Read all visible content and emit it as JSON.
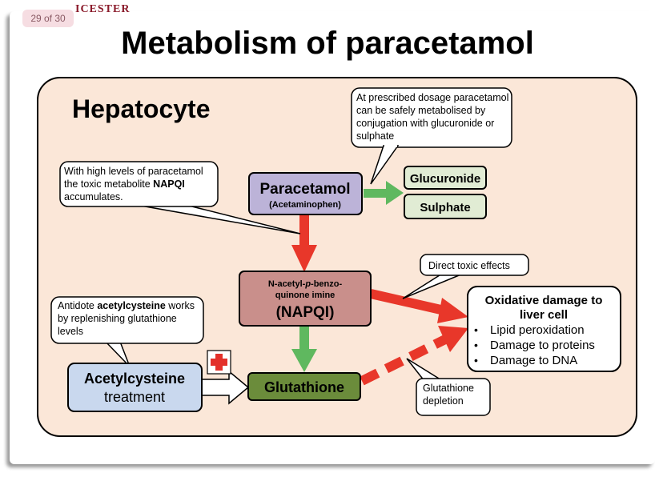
{
  "header": {
    "page_indicator": "29 of 30",
    "brand_fragment": "ICESTER"
  },
  "slide": {
    "title": "Metabolism of paracetamol",
    "hepatocyte_label": "Hepatocyte"
  },
  "nodes": {
    "paracetamol": {
      "name": "Paracetamol",
      "subtitle": "(Acetaminophen)"
    },
    "glucuronide": "Glucuronide",
    "sulphate": "Sulphate",
    "napqi": {
      "line1": "N-acetyl-",
      "italic": "p",
      "line1b": "-benzo-",
      "line2": "quinone imine",
      "abbr": "(NAPQI)"
    },
    "glutathione": "Glutathione",
    "acetylcysteine": {
      "name": "Acetylcysteine",
      "subtitle": "treatment"
    },
    "oxidative": {
      "title_line1": "Oxidative damage to",
      "title_line2": "liver cell",
      "items": [
        "Lipid peroxidation",
        "Damage to proteins",
        "Damage to DNA"
      ]
    }
  },
  "callouts": {
    "prescribed": "At prescribed dosage paracetamol can be safely metabolised by conjugation with glucuronide or sulphate",
    "high_levels_pre": "With high levels of paracetamol the toxic metabolite ",
    "high_levels_bold": "NAPQI",
    "high_levels_post": " accumulates.",
    "direct_toxic": "Direct toxic effects",
    "antidote_pre": "Antidote ",
    "antidote_bold": "acetylcysteine",
    "antidote_post": " works by replenishing glutathione levels",
    "depletion": "Glutathione depletion"
  },
  "colors": {
    "hepatocyte_fill": "#fbe7d8",
    "paracetamol_fill": "#bcb3d8",
    "conjugate_fill": "#e1ecd4",
    "napqi_fill": "#c98f8b",
    "glutathione_fill": "#6b8c3b",
    "acetylcysteine_fill": "#c9d8ee",
    "green_arrow": "#5fb85f",
    "red_arrow": "#e8372a"
  }
}
